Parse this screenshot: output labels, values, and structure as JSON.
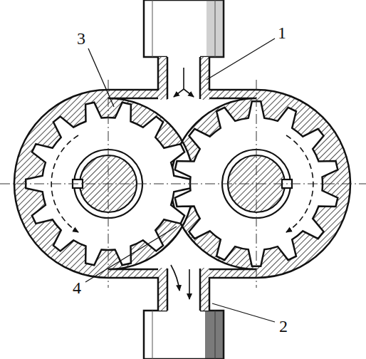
{
  "diagram": {
    "labels": [
      "3",
      "1",
      "4",
      "2"
    ]
  }
}
